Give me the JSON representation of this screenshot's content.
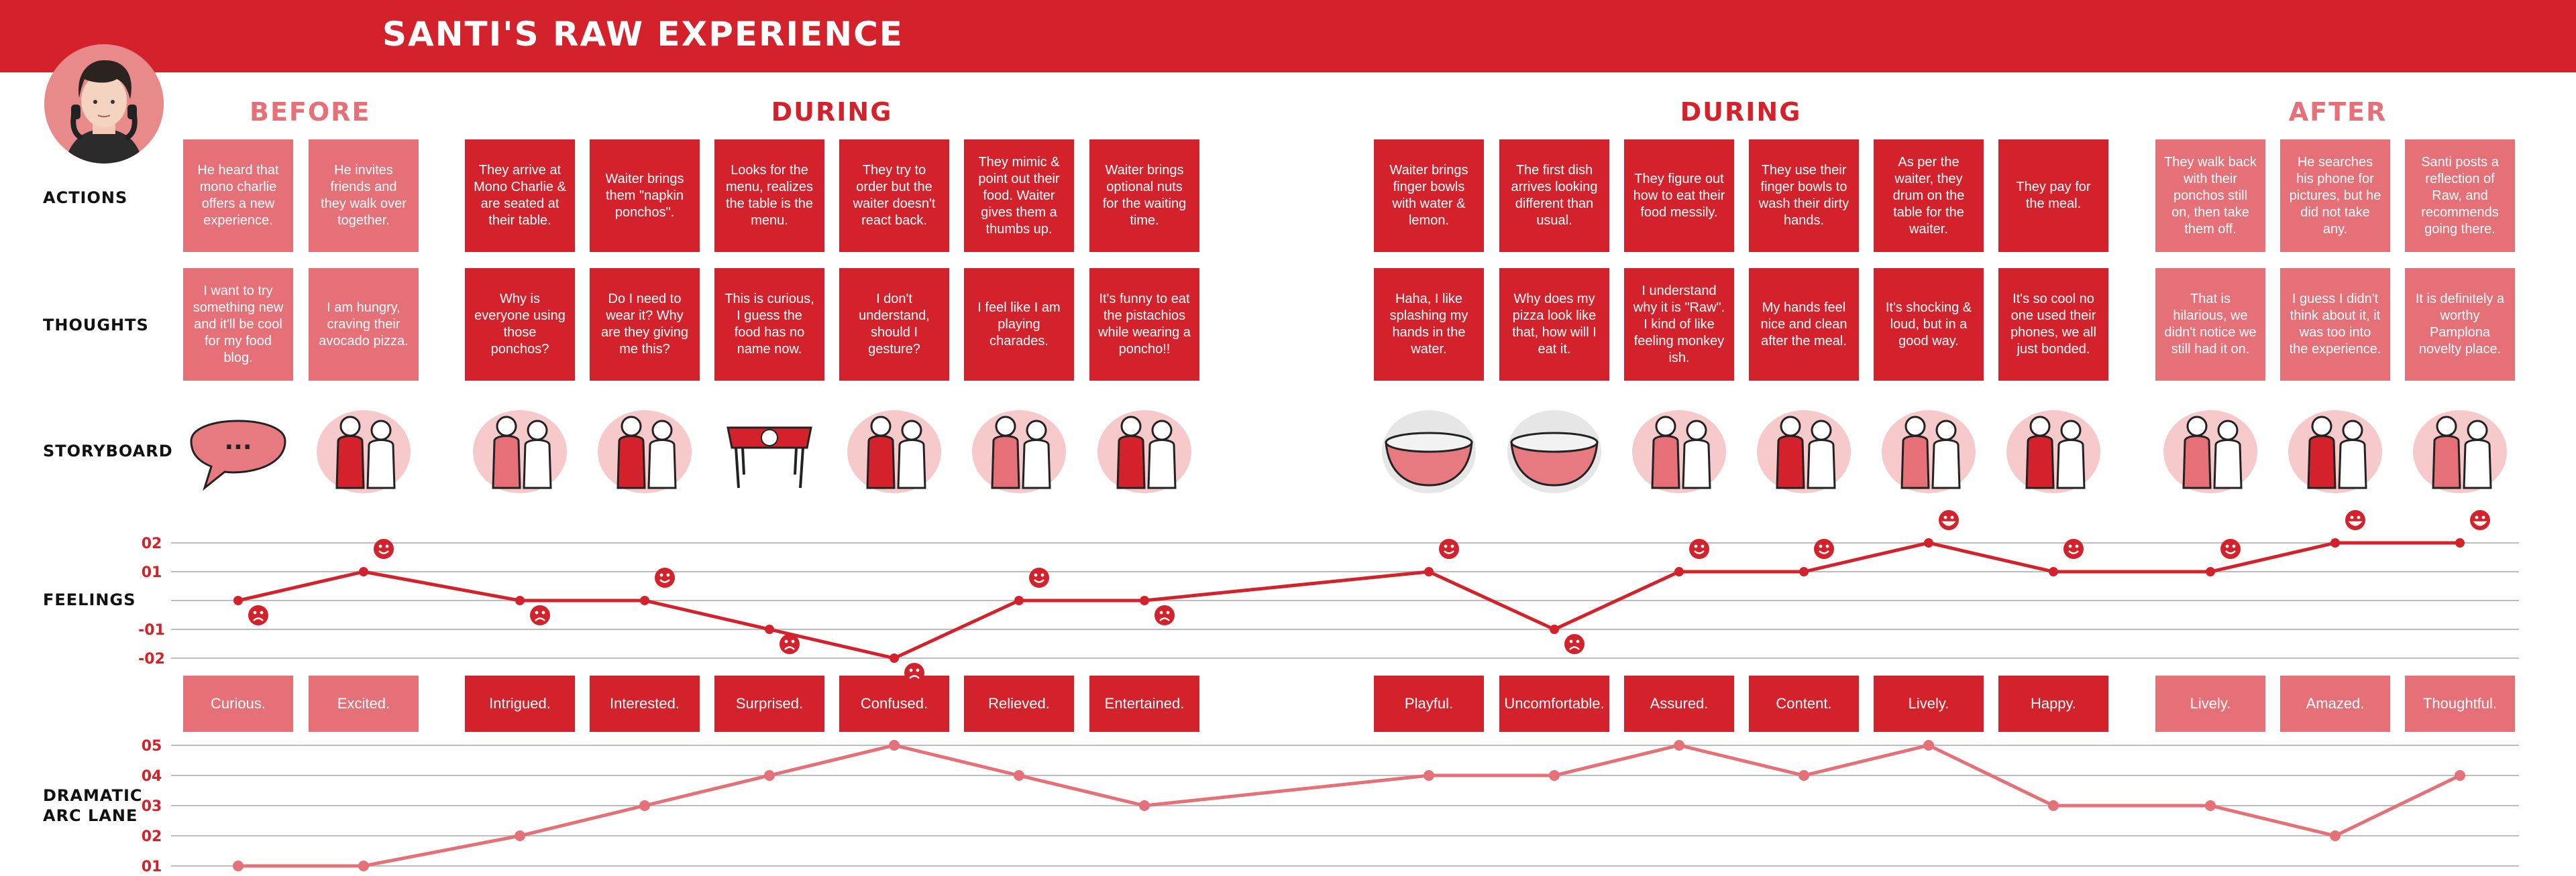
{
  "title": "SANTI'S RAW EXPERIENCE",
  "phases": [
    "BEFORE",
    "DURING",
    "DURING",
    "AFTER"
  ],
  "row_labels": {
    "actions": "ACTIONS",
    "thoughts": "THOUGHTS",
    "storyboard": "STORYBOARD",
    "feelings": "FEELINGS",
    "arc_line1": "DRAMATIC",
    "arc_line2": "ARC LANE"
  },
  "actions": [
    "He heard that mono charlie offers a new experience.",
    "He invites friends and they walk over together.",
    "They arrive at Mono Charlie & are seated at their table.",
    "Waiter brings them \"napkin ponchos\".",
    "Looks for the menu, realizes the table is the menu.",
    "They try to order but the waiter doesn't react back.",
    "They mimic & point out their food. Waiter gives them a thumbs up.",
    "Waiter brings optional nuts for the waiting time.",
    "Waiter brings finger bowls with water & lemon.",
    "The first dish arrives looking different than usual.",
    "They figure out how to eat their food messily.",
    "They use their finger bowls to wash their dirty hands.",
    "As per the waiter, they drum on the table for the waiter.",
    "They pay for the meal.",
    "They walk back with their ponchos still on, then take them off.",
    "He searches his phone for pictures, but he did not take any.",
    "Santi posts a reflection of Raw, and recommends going there."
  ],
  "thoughts": [
    "I want to try something new and it'll be cool for my food blog.",
    "I am hungry, craving their avocado pizza.",
    "Why is everyone using those ponchos?",
    "Do I need to wear it? Why are they giving me this?",
    "This is curious, I guess the food has no name now.",
    "I don't understand, should I gesture?",
    "I feel like I am playing charades.",
    "It's funny to eat the pistachios while wearing a poncho!!",
    "Haha, I like splashing my hands in the water.",
    "Why does my pizza look like that, how will I eat it.",
    "I understand why it is \"Raw\". I kind of like feeling monkey ish.",
    "My hands feel nice and clean after the meal.",
    "It's shocking & loud, but in a good way.",
    "It's so cool no one used their phones, we all just bonded.",
    "That is hilarious, we didn't notice we still had it on.",
    "I guess I didn't think about it, it was too into the experience.",
    "It is definitely a worthy Pamplona novelty place."
  ],
  "feelings": [
    "Curious.",
    "Excited.",
    "Intrigued.",
    "Interested.",
    "Surprised.",
    "Confused.",
    "Relieved.",
    "Entertained.",
    "Playful.",
    "Uncomfortable.",
    "Assured.",
    "Content.",
    "Lively.",
    "Happy.",
    "Lively.",
    "Amazed.",
    "Thoughtful."
  ],
  "storyboard_icons": [
    "speech-bubble-icon",
    "friends-walking-icon",
    "seated-table-icon",
    "waiter-napkin-icon",
    "table-menu-icon",
    "confused-order-icon",
    "hand-gestures-icon",
    "pistachio-hand-icon",
    "finger-bowl-icon",
    "dish-icon",
    "eating-hands-icon",
    "washing-hands-icon",
    "clapping-hands-icon",
    "payment-phone-icon",
    "laughing-friends-icon",
    "phone-gallery-icon",
    "phone-post-icon"
  ],
  "colors": {
    "primary": "#d3222b",
    "light": "#e57077",
    "grid": "#bdbdbd"
  },
  "feelings_chart": {
    "type": "line",
    "ytick_labels": [
      "02",
      "01",
      "-01",
      "-02"
    ],
    "ylim": [
      -2,
      2
    ],
    "values": [
      0,
      1,
      0,
      0,
      -1,
      -2,
      0,
      0,
      1,
      -1,
      1,
      1,
      2,
      1,
      1,
      2,
      2
    ],
    "faces": [
      "sad",
      "happy",
      "sad",
      "happy",
      "sad",
      "sad",
      "happy",
      "sad",
      "happy",
      "sad",
      "happy",
      "happy",
      "laugh",
      "happy",
      "happy",
      "laugh",
      "laugh"
    ]
  },
  "chart_data": {
    "type": "line",
    "title": "",
    "ytick_labels": [
      "05",
      "04",
      "03",
      "02",
      "01"
    ],
    "ylim": [
      1,
      5
    ],
    "categories": [
      "Curious.",
      "Excited.",
      "Intrigued.",
      "Interested.",
      "Surprised.",
      "Confused.",
      "Relieved.",
      "Entertained.",
      "Playful.",
      "Uncomfortable.",
      "Assured.",
      "Content.",
      "Lively.",
      "Happy.",
      "Lively.",
      "Amazed.",
      "Thoughtful."
    ],
    "values": [
      1,
      1,
      2,
      3,
      4,
      5,
      4,
      3,
      4,
      4,
      5,
      4,
      5,
      3,
      3,
      2,
      4
    ]
  }
}
